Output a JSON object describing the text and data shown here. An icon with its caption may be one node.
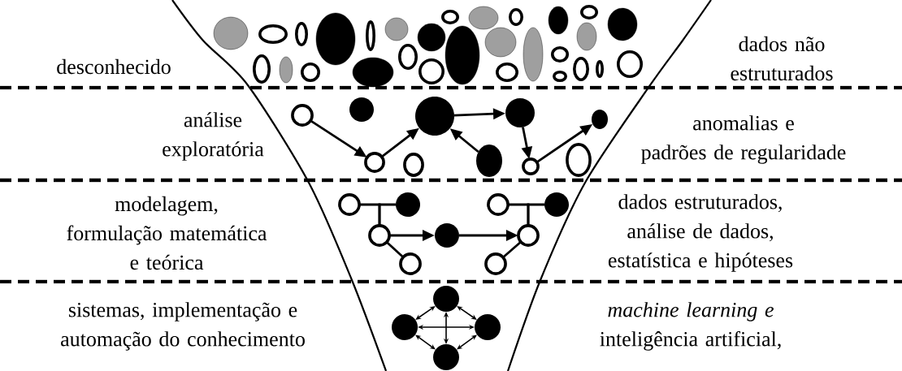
{
  "diagram": {
    "nodes": [
      {
        "text": [],
        "shape": "circle"
      },
      {
        "text": [],
        "shape": "circle"
      },
      {
        "text": [],
        "shape": "circle"
      },
      {
        "text": [],
        "shape": "circle"
      },
      {
        "text": [],
        "shape": "circle"
      },
      {
        "text": [],
        "shape": "circle"
      },
      {
        "text": [],
        "shape": "circle"
      },
      {
        "text": [],
        "shape": "circle"
      },
      {
        "text": [],
        "shape": "circle"
      },
      {
        "text": [],
        "shape": "circle"
      },
      {
        "text": [],
        "shape": "circle"
      },
      {
        "text": [],
        "shape": "circle"
      },
      {
        "text": [],
        "shape": "circle"
      },
      {
        "text": [],
        "shape": "circle"
      },
      {
        "text": [],
        "shape": "circle"
      },
      {
        "text": [],
        "shape": "circle"
      },
      {
        "text": [],
        "shape": "circle"
      },
      {
        "text": [],
        "shape": "circle"
      },
      {
        "text": [],
        "shape": "circle"
      },
      {
        "text": [],
        "shape": "circle"
      },
      {
        "text": [],
        "shape": "circle"
      },
      {
        "text": [],
        "shape": "circle"
      },
      {
        "text": [],
        "shape": "circle"
      }
    ],
    "edges": [
      {
        "from": 0,
        "to": 1,
        "arrow": "to"
      },
      {
        "from": 1,
        "to": 2,
        "arrow": "to"
      },
      {
        "from": 3,
        "to": 2,
        "arrow": "to"
      },
      {
        "from": 2,
        "to": 4,
        "arrow": "to"
      },
      {
        "from": 4,
        "to": 5,
        "arrow": "to"
      },
      {
        "from": 5,
        "to": 6,
        "arrow": "to"
      },
      {
        "from": 9,
        "to": 7,
        "arrow": "none"
      },
      {
        "from": 9,
        "to": 8,
        "arrow": "none"
      },
      {
        "from": 9,
        "to": 10,
        "arrow": "none"
      },
      {
        "from": 9,
        "to": 11,
        "arrow": "to"
      },
      {
        "from": 11,
        "to": 14,
        "arrow": "to"
      },
      {
        "from": 14,
        "to": 12,
        "arrow": "none"
      },
      {
        "from": 14,
        "to": 13,
        "arrow": "none"
      },
      {
        "from": 14,
        "to": 15,
        "arrow": "none"
      },
      {
        "from": 16,
        "to": 17,
        "arrow": "both"
      },
      {
        "from": 16,
        "to": 18,
        "arrow": "both"
      },
      {
        "from": 17,
        "to": 19,
        "arrow": "both"
      },
      {
        "from": 18,
        "to": 19,
        "arrow": "both"
      },
      {
        "from": 17,
        "to": 18,
        "arrow": "both"
      },
      {
        "from": 16,
        "to": 19,
        "arrow": "both"
      }
    ],
    "labels": [
      "desconhecido",
      "dados não estruturados",
      "análise exploratória",
      "anomalias e padrões de regularidade",
      "modelagem, formulação matemática e teórica",
      "dados estruturados, análise de dados, estatística e hipóteses",
      "sistemas, implementação e automação do conhecimento",
      "*machine learning e* inteligência artificial,"
    ]
  }
}
